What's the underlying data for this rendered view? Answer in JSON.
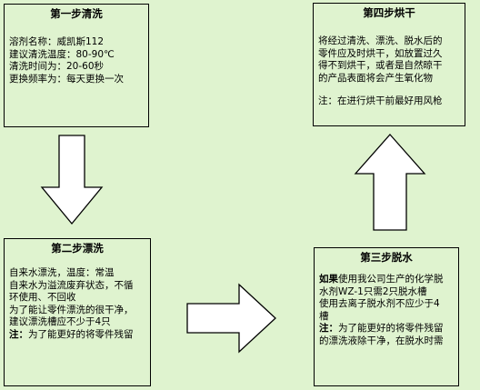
{
  "step1": {
    "title": "第一步清洗",
    "lines": [
      "溶剂名称：威凯斯112",
      "建议清洗温度：80-90℃",
      "清洗时间为：20-60秒",
      "更换频率为：每天更换一次"
    ]
  },
  "step2": {
    "title": "第二步漂洗",
    "lines": [
      "自来水漂洗，温度：常温",
      "自来水为溢流废弃状态，不循",
      "环使用、不回收",
      "为了能让零件漂洗的很干净，",
      "建议漂洗槽应不少于4只"
    ],
    "note_label": "注：",
    "note_text": "为了能更好的将零件残留"
  },
  "step3": {
    "title": "第三步脱水",
    "para1_bold": "如果",
    "para1_rest_line1": "使用我公司生产的化学脱",
    "para1_line2": "水剂WZ-1只需2只脱水槽",
    "para2_line1": "使用去离子脱水剂不应少于4",
    "para2_line2": "槽",
    "note_label": "注：",
    "note_line1": "为了能更好的将零件残留",
    "note_line2": "的漂洗液除干净，在脱水时需"
  },
  "step4": {
    "title": "第四步烘干",
    "lines": [
      "将经过清洗、漂洗、脱水后的",
      "零件应及时烘干，如放置过久",
      "得不到烘干，或者是自然晾干",
      "的产品表面将会产生氧化物"
    ],
    "note": "注：在进行烘干前最好用风枪"
  },
  "colors": {
    "background": "#dff3cf",
    "border": "#000000"
  }
}
